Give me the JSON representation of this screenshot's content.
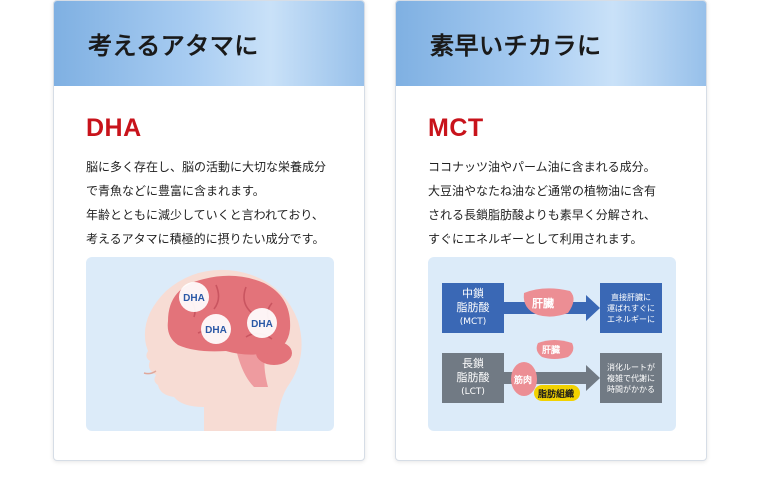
{
  "cards": {
    "dha": {
      "heading": "考えるアタマに",
      "term": "DHA",
      "lines": [
        "脳に多く存在し、脳の活動に大切な栄養成分",
        "で青魚などに豊富に含まれます。",
        "年齢とともに減少していくと言われており、",
        "考えるアタマに積極的に摂りたい成分です。"
      ],
      "brain_labels": [
        "DHA",
        "DHA",
        "DHA"
      ]
    },
    "mct": {
      "heading": "素早いチカラに",
      "term": "MCT",
      "lines": [
        "ココナッツ油やパーム油に含まれる成分。",
        "大豆油やなたね油など通常の植物油に含有",
        "される長鎖脂肪酸よりも素早く分解され、",
        "すぐにエネルギーとして利用されます。"
      ],
      "diagram": {
        "mct_box": {
          "line1": "中鎖",
          "line2": "脂肪酸",
          "sub": "(MCT)"
        },
        "lct_box": {
          "line1": "長鎖",
          "line2": "脂肪酸",
          "sub": "(LCT)"
        },
        "liver_label_top": "肝臓",
        "liver_label_bottom": "肝臓",
        "muscle_label": "筋肉",
        "fat_tissue_label": "脂肪組織",
        "mct_result": [
          "直接肝臓に",
          "運ばれすぐに",
          "エネルギーに"
        ],
        "lct_result": [
          "消化ルートが",
          "複雑で代謝に",
          "時間がかかる"
        ]
      }
    }
  },
  "colors": {
    "accent_red": "#c8131b",
    "mct_blue": "#3a68b5",
    "lct_gray": "#717a84",
    "brain_pink": "#e3737a",
    "skin": "#f7dcd4",
    "fat_yellow": "#f2d200"
  }
}
